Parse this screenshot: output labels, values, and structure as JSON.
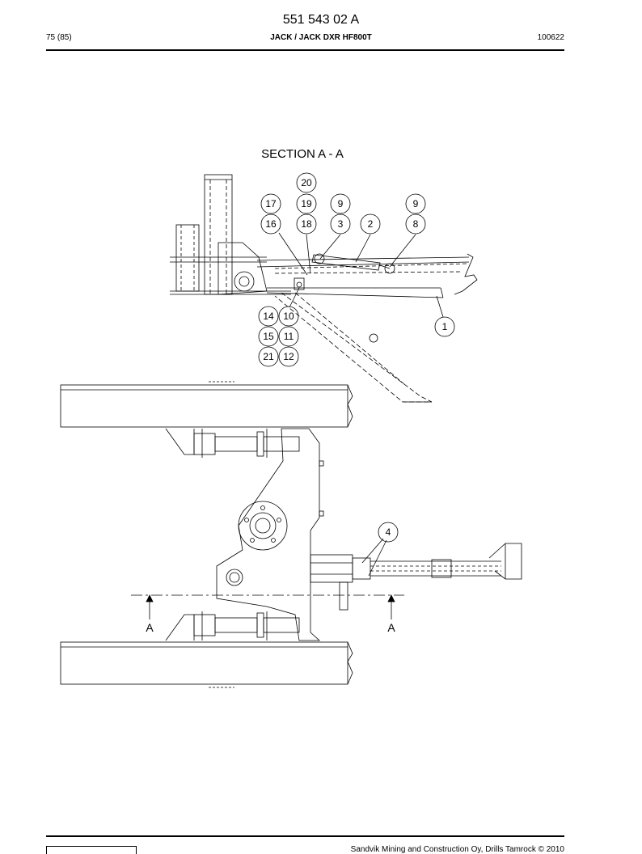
{
  "header": {
    "doc_number": "551 543 02 A",
    "page_info": "75 (85)",
    "title": "JACK / JACK DXR HF800T",
    "date_code": "100622"
  },
  "drawing": {
    "section_title": "SECTION  A - A",
    "section_markers": [
      "A",
      "A"
    ],
    "balloons": [
      "20",
      "17",
      "19",
      "9",
      "9",
      "16",
      "18",
      "3",
      "2",
      "8",
      "1",
      "14",
      "10",
      "15",
      "11",
      "21",
      "12",
      "4"
    ]
  },
  "footer": {
    "copyright": "Sandvik Mining and Construction Oy, Drills Tamrock © 2010"
  }
}
